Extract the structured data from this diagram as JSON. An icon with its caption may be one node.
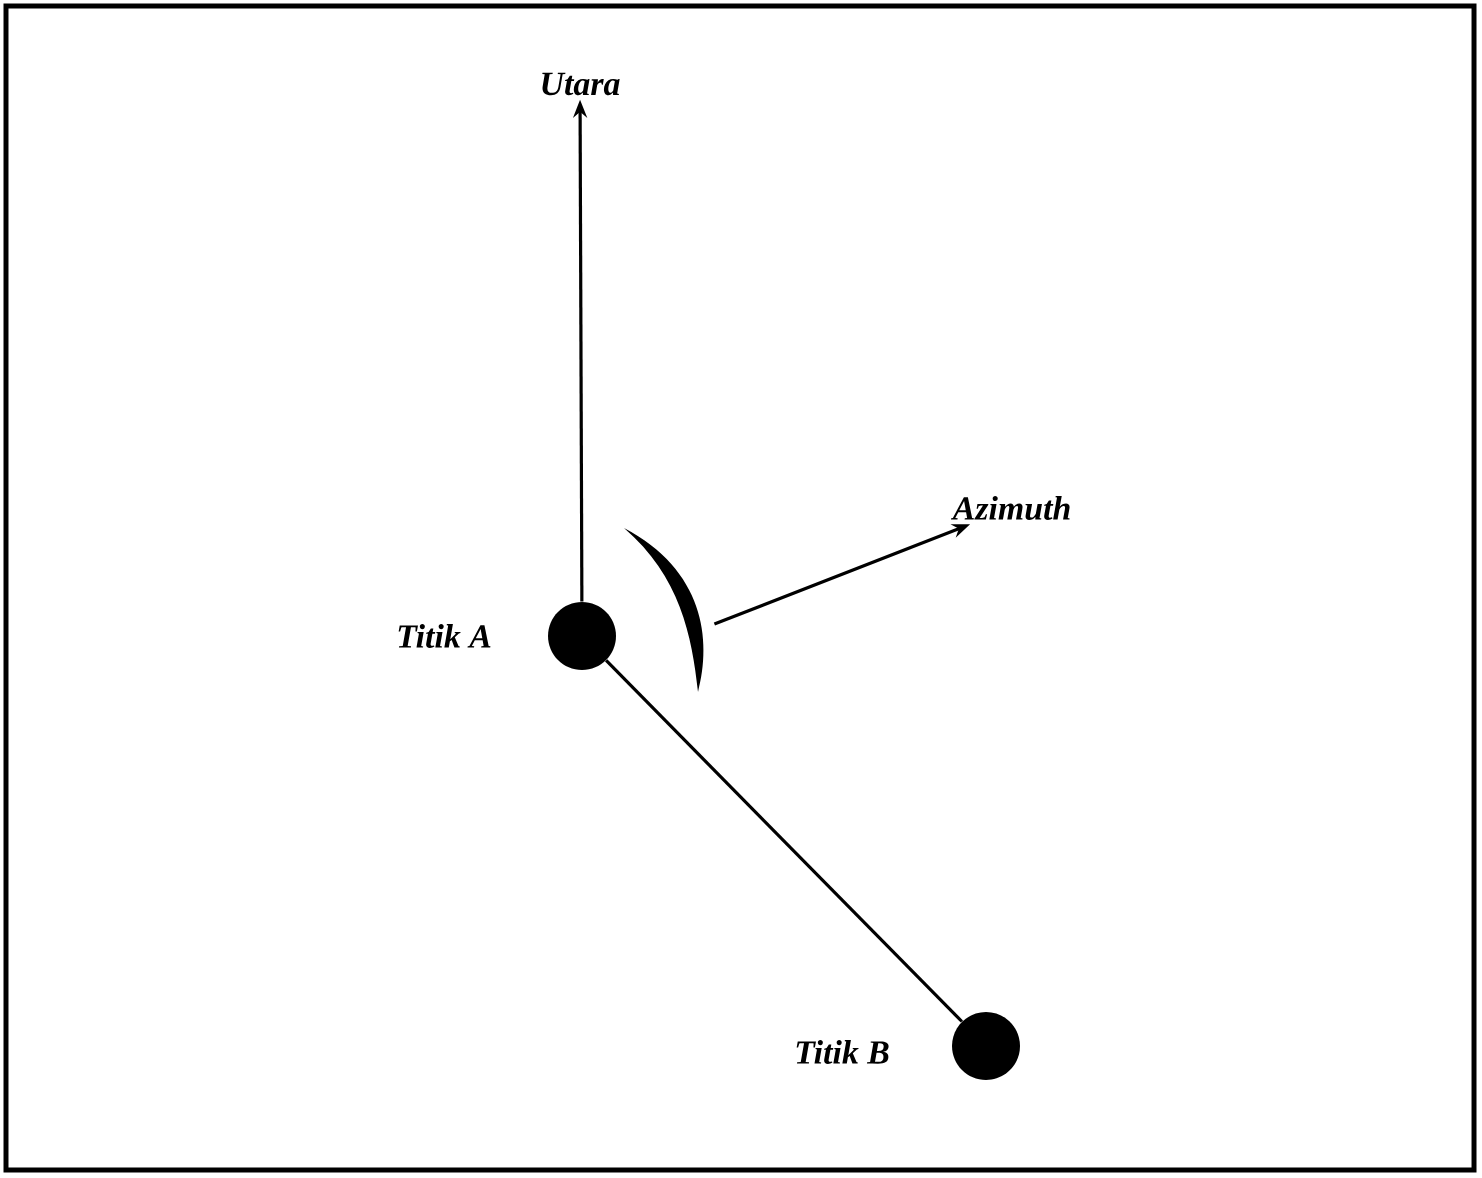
{
  "diagram": {
    "nodes": [
      {
        "text": [
          "Utara"
        ]
      },
      {
        "text": [],
        "shape": "circle",
        "beside": [
          "Titik A"
        ]
      },
      {
        "text": [],
        "shape": "arc"
      },
      {
        "text": [
          "Azimuth"
        ]
      },
      {
        "text": [],
        "shape": "circle",
        "beside": [
          "Titik B"
        ]
      }
    ],
    "edges": [
      {
        "from": 1,
        "to": 0,
        "arrow": "to"
      },
      {
        "from": 1,
        "to": 4,
        "arrow": "none"
      },
      {
        "from": 2,
        "to": 3,
        "arrow": "to"
      }
    ]
  }
}
